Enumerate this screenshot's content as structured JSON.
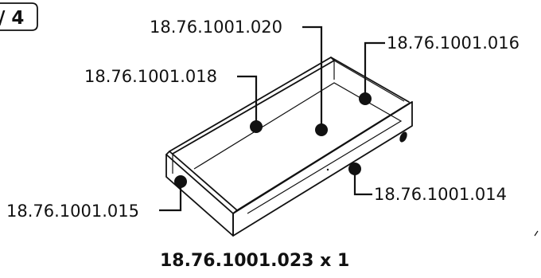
{
  "step": {
    "number": "/ 4"
  },
  "callouts": {
    "bottom_panel": "18.76.1001.020",
    "back_panel": "18.76.1001.016",
    "left_side": "18.76.1001.018",
    "front_panel": "18.76.1001.015",
    "right_side": "18.76.1001.014"
  },
  "assembly": {
    "code": "18.76.1001.023 x 1"
  },
  "colors": {
    "ink": "#111111",
    "background": "#ffffff"
  }
}
